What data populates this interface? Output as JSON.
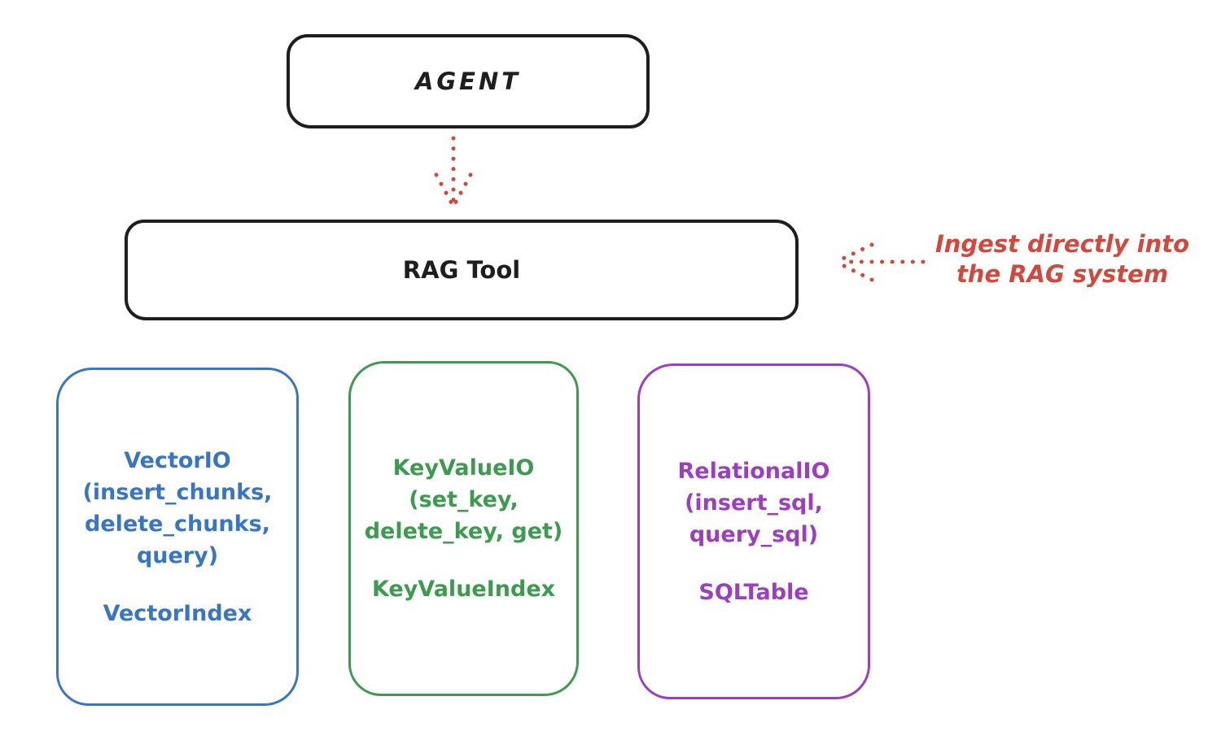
{
  "diagram": {
    "agent_box": {
      "label": "AGENT"
    },
    "rag_tool_box": {
      "label": "RAG Tool"
    },
    "annotation": {
      "line1": "Ingest directly into",
      "line2": "the RAG system",
      "color": "#d3483c"
    },
    "backend_boxes": [
      {
        "id": "vector-io",
        "methods": "VectorIO\n(insert_chunks,\ndelete_chunks,\nquery)",
        "index_label": "VectorIndex",
        "color": "#3876c5"
      },
      {
        "id": "keyvalue-io",
        "methods": "KeyValueIO\n(set_key,\ndelete_key, get)",
        "index_label": "KeyValueIndex",
        "color": "#3d9b4f"
      },
      {
        "id": "relational-io",
        "methods": "RelationalIO\n(insert_sql,\nquery_sql)",
        "index_label": "SQLTable",
        "color": "#9d3ec0"
      }
    ],
    "arrows": [
      {
        "id": "agent-to-rag",
        "style": "dotted",
        "direction": "down",
        "color": "#d3483c"
      },
      {
        "id": "ingest-to-rag",
        "style": "dotted",
        "direction": "left",
        "color": "#d3483c"
      }
    ],
    "colors": {
      "box_stroke_black": "#1e1e1e",
      "background": "#ffffff"
    }
  }
}
